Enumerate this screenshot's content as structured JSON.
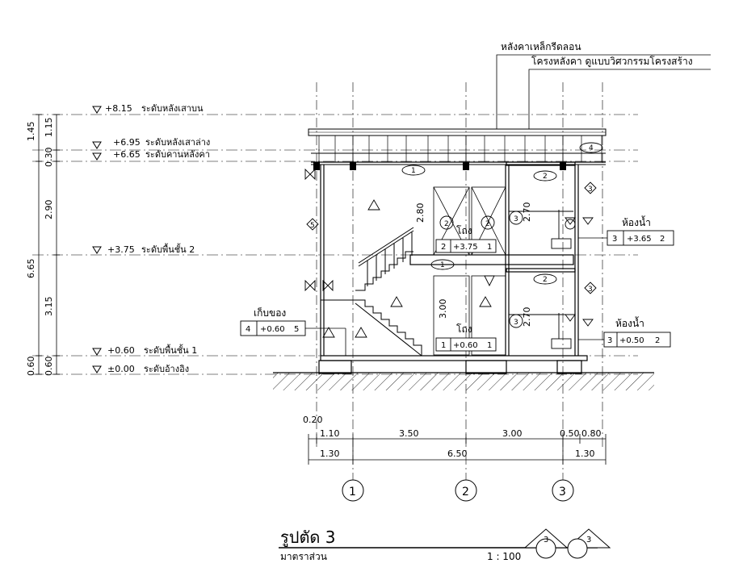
{
  "roof": {
    "material": "หลังคาเหล็กรีดลอน",
    "structure": "โครงหลังคา ดูแบบวิศวกรรมโครงสร้าง"
  },
  "levels": [
    {
      "value": "+8.15",
      "label": "ระดับหลังเสาบน"
    },
    {
      "value": "+6.95",
      "label": "ระดับหลังเสาล่าง"
    },
    {
      "value": "+6.65",
      "label": "ระดับคานหลังคา"
    },
    {
      "value": "+3.75",
      "label": "ระดับพื้นชั้น 2"
    },
    {
      "value": "+0.60",
      "label": "ระดับพื้นชั้น 1"
    },
    {
      "value": "±0.00",
      "label": "ระดับอ้างอิง"
    }
  ],
  "vertical_dims": {
    "d1_45": "1.45",
    "d1_15": "1.15",
    "d0_30": "0.30",
    "d2_90": "2.90",
    "d6_65": "6.65",
    "d3_15": "3.15",
    "d0_60": "0.60"
  },
  "interior_dims": {
    "h2_80": "2.80",
    "h3_00": "3.00",
    "h2_70a": "2.70",
    "h2_70b": "2.70"
  },
  "rooms": {
    "stair_upper": "โถง",
    "stair_lower": "โถง",
    "bath_upper": "ห้องน้ำ",
    "bath_lower": "ห้องน้ำ",
    "storage": "เก็บของ"
  },
  "tags": {
    "upper_hall": {
      "num": "2",
      "level": "+3.75",
      "mat": "1"
    },
    "lower_hall": {
      "num": "1",
      "level": "+0.60",
      "mat": "1"
    },
    "bath_up": {
      "num": "3",
      "level": "+3.65",
      "mat": "2"
    },
    "bath_low": {
      "num": "3",
      "level": "+0.50",
      "mat": "2"
    },
    "storage": {
      "num": "4",
      "level": "+0.60",
      "mat": "5"
    }
  },
  "markers": {
    "m1": "1",
    "m2": "2",
    "m3": "3",
    "m4": "4",
    "m5": "5"
  },
  "horizontal_dims": {
    "row1": [
      "0.20"
    ],
    "row2": [
      "1.10",
      "3.50",
      "3.00",
      "0.50",
      "0.80"
    ],
    "row3": [
      "1.30",
      "6.50",
      "1.30"
    ]
  },
  "grid_axes": [
    "1",
    "2",
    "3"
  ],
  "title": {
    "name": "รูปตัด 3",
    "scale_label": "มาตราส่วน",
    "scale": "1 : 100",
    "ref_left": "3",
    "ref_right": "3"
  }
}
